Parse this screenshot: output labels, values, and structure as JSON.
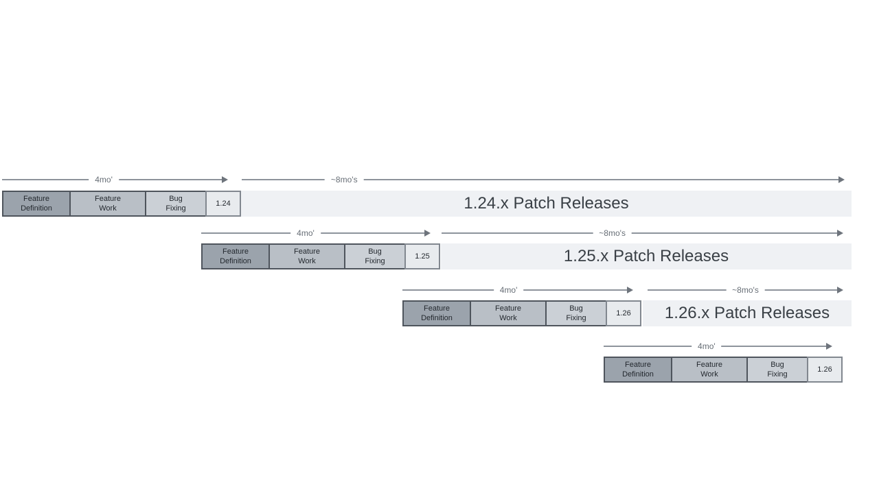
{
  "diagram": {
    "phase_labels": [
      "Feature\nDefinition",
      "Feature\nWork",
      "Bug\nFixing"
    ],
    "rows": [
      {
        "version": "1.24",
        "development_duration": "4mo'",
        "patch_duration": "~8mo's",
        "patch_releases_label": "1.24.x Patch Releases"
      },
      {
        "version": "1.25",
        "development_duration": "4mo'",
        "patch_duration": "~8mo's",
        "patch_releases_label": "1.25.x Patch Releases"
      },
      {
        "version": "1.26",
        "development_duration": "4mo'",
        "patch_duration": "~8mo's",
        "patch_releases_label": "1.26.x Patch Releases"
      },
      {
        "version": "1.26",
        "development_duration": "4mo'"
      }
    ],
    "colors": {
      "feature_definition_fill": "#9ba3ac",
      "feature_work_fill": "#b9bfc6",
      "bug_fixing_fill": "#cbd0d6",
      "version_fill": "#e8ebee",
      "box_border": "#4e545c",
      "patch_bar_fill": "#eff1f4",
      "arrow": "#8d939b",
      "box_text": "#23282e",
      "patch_text": "#3a4046",
      "arrow_label_text": "#666d75"
    }
  }
}
